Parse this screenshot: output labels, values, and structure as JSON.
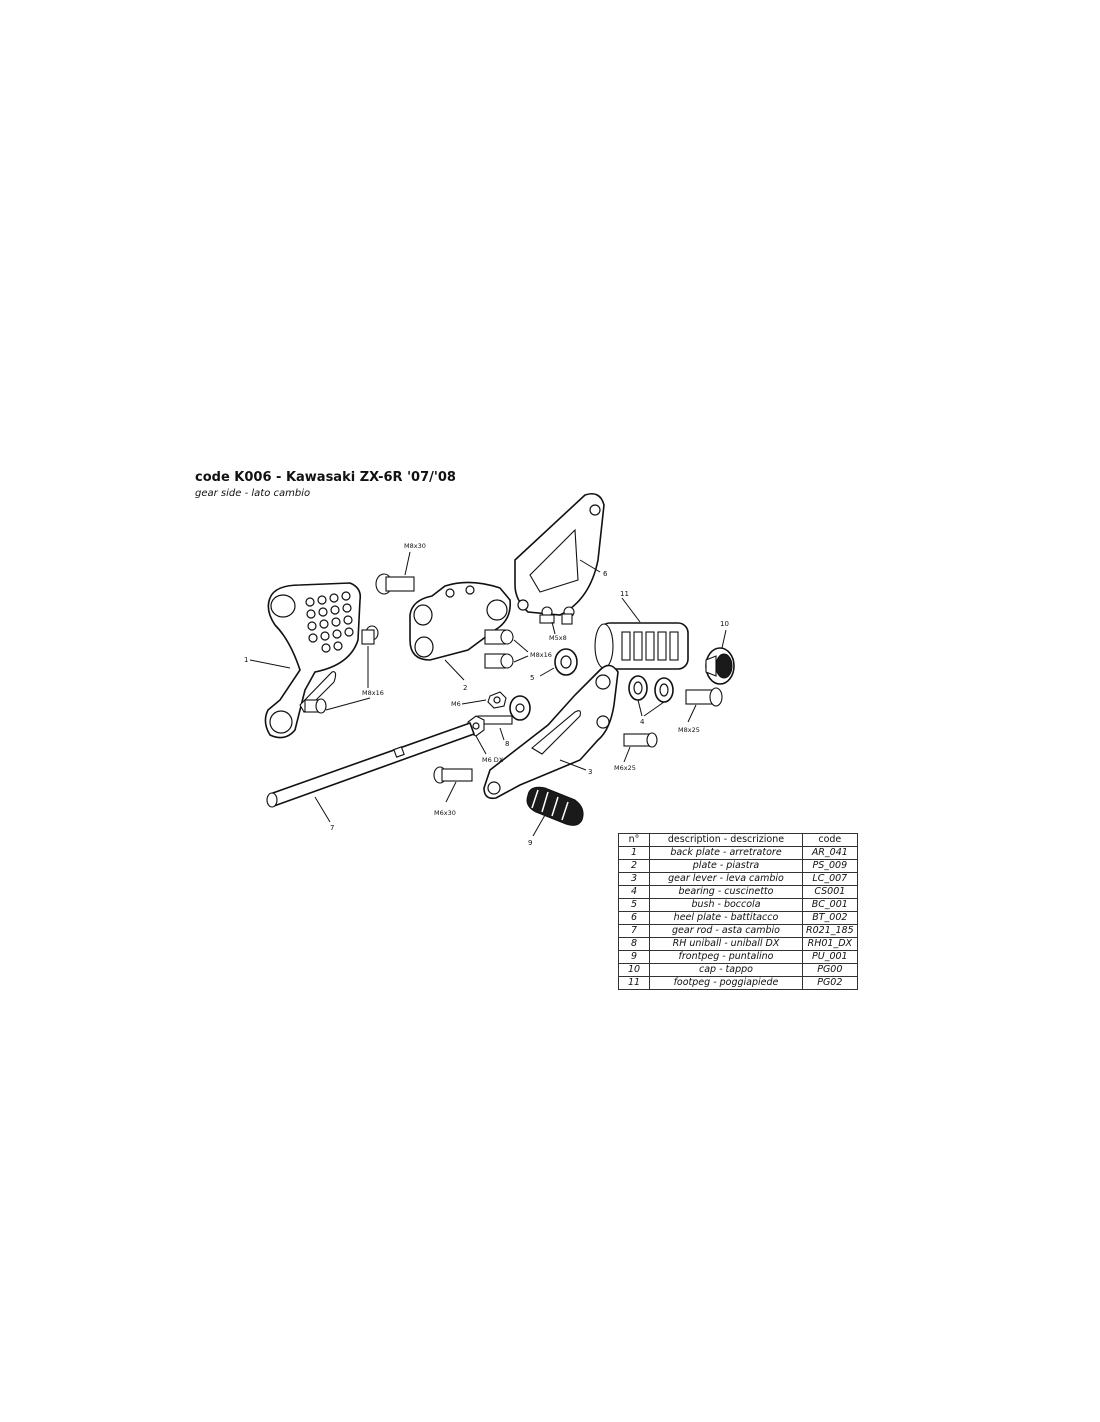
{
  "header": {
    "title": "code K006 - Kawasaki ZX-6R '07/'08",
    "subtitle": "gear side - lato cambio"
  },
  "diagram": {
    "callouts": {
      "p1": "1",
      "p2": "2",
      "p3": "3",
      "p4": "4",
      "p5": "5",
      "p6": "6",
      "p7": "7",
      "p8": "8",
      "p9": "9",
      "p10": "10",
      "p11": "11"
    },
    "screws": {
      "m8x30_top": "M8x30",
      "m8x16_a": "M8x16",
      "m8x16_b": "M8x16",
      "m5x8": "M5x8",
      "m6": "M6",
      "m6dx": "M6 DX",
      "m6x30": "M6x30",
      "m6x25_a": "M6x25",
      "m8x25": "M8x25"
    }
  },
  "parts_table": {
    "headers": [
      "n°",
      "description - descrizione",
      "code"
    ],
    "rows": [
      [
        "1",
        "back plate - arretratore",
        "AR_041"
      ],
      [
        "2",
        "plate - piastra",
        "PS_009"
      ],
      [
        "3",
        "gear lever - leva cambio",
        "LC_007"
      ],
      [
        "4",
        "bearing - cuscinetto",
        "CS001"
      ],
      [
        "5",
        "bush - boccola",
        "BC_001"
      ],
      [
        "6",
        "heel plate - battitacco",
        "BT_002"
      ],
      [
        "7",
        "gear rod - asta cambio",
        "R021_185"
      ],
      [
        "8",
        "RH uniball - uniball DX",
        "RH01_DX"
      ],
      [
        "9",
        "frontpeg - puntalino",
        "PU_001"
      ],
      [
        "10",
        "cap - tappo",
        "PG00"
      ],
      [
        "11",
        "footpeg - poggiapiede",
        "PG02"
      ]
    ]
  }
}
